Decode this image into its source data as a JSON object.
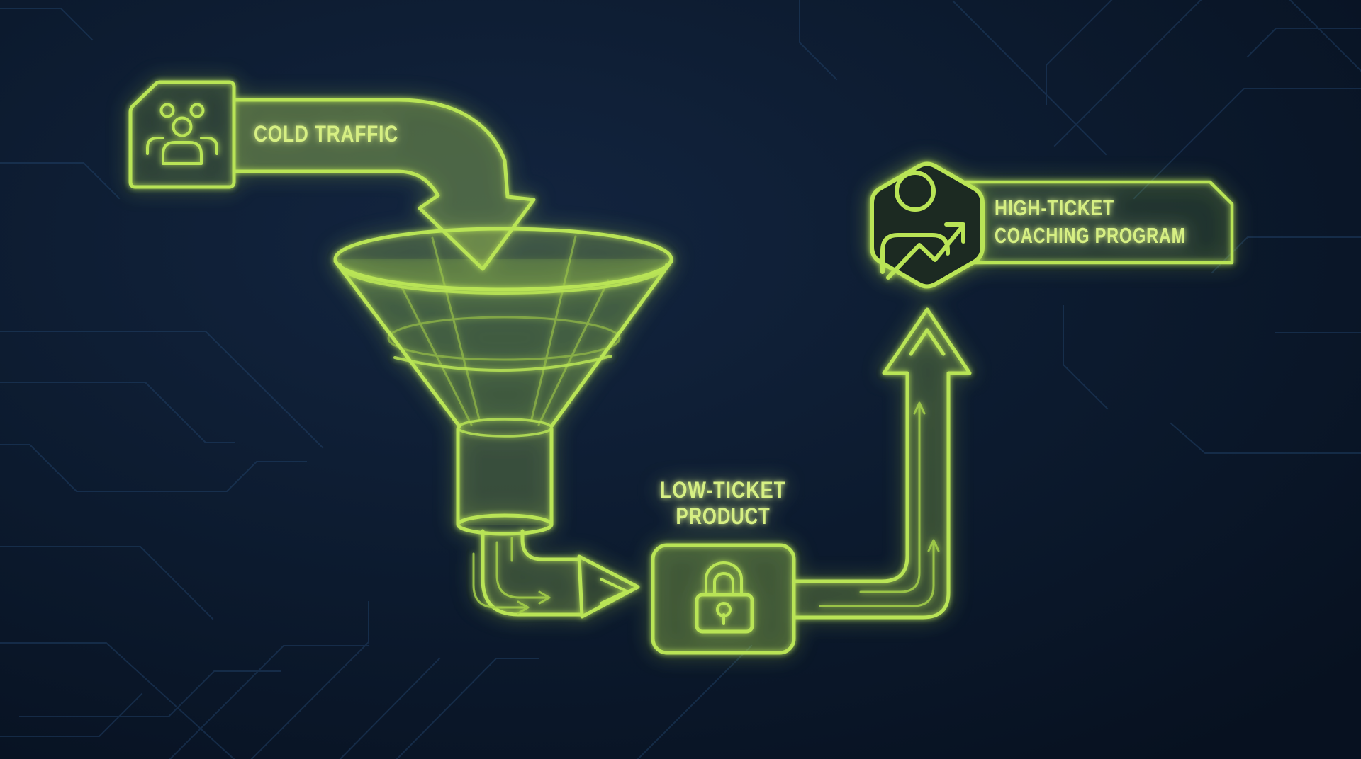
{
  "colors": {
    "background": "#0b1828",
    "background_center": "#122540",
    "circuit_trace": "#24466f",
    "neon": "#b9e456",
    "neon_text": "#d6ef83"
  },
  "nodes": {
    "cold_traffic": {
      "label": "COLD TRAFFIC",
      "icon": "users-group-icon"
    },
    "funnel": {
      "icon": "funnel-wireframe"
    },
    "low_ticket": {
      "label_line1": "LOW-TICKET",
      "label_line2": "PRODUCT",
      "icon": "padlock-icon"
    },
    "high_ticket": {
      "label_line1": "HIGH-TICKET",
      "label_line2": "COACHING PROGRAM",
      "icon": "person-growth-icon"
    }
  },
  "edges": [
    {
      "from": "cold-traffic",
      "to": "funnel",
      "style": "large-curved-down-arrow"
    },
    {
      "from": "funnel",
      "to": "low-ticket-product",
      "style": "flow-arrow-right"
    },
    {
      "from": "low-ticket-product",
      "to": "high-ticket-coaching-program",
      "style": "flow-arrow-up"
    }
  ]
}
